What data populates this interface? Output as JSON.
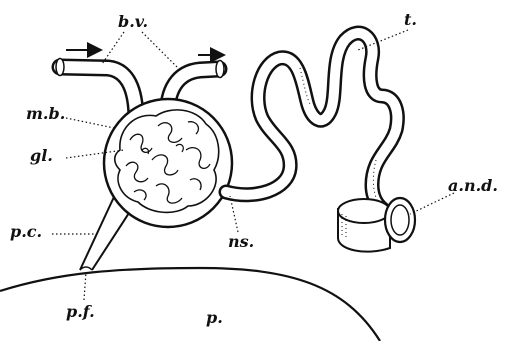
{
  "labels": {
    "bv": "b.v.",
    "t": "t.",
    "mb": "m.b.",
    "gl": "gl.",
    "and": "a.n.d.",
    "pc": "p.c.",
    "ns": "ns.",
    "pf": "p.f.",
    "p": "p."
  },
  "colors": {
    "ink": "#111111",
    "paper": "#ffffff"
  }
}
